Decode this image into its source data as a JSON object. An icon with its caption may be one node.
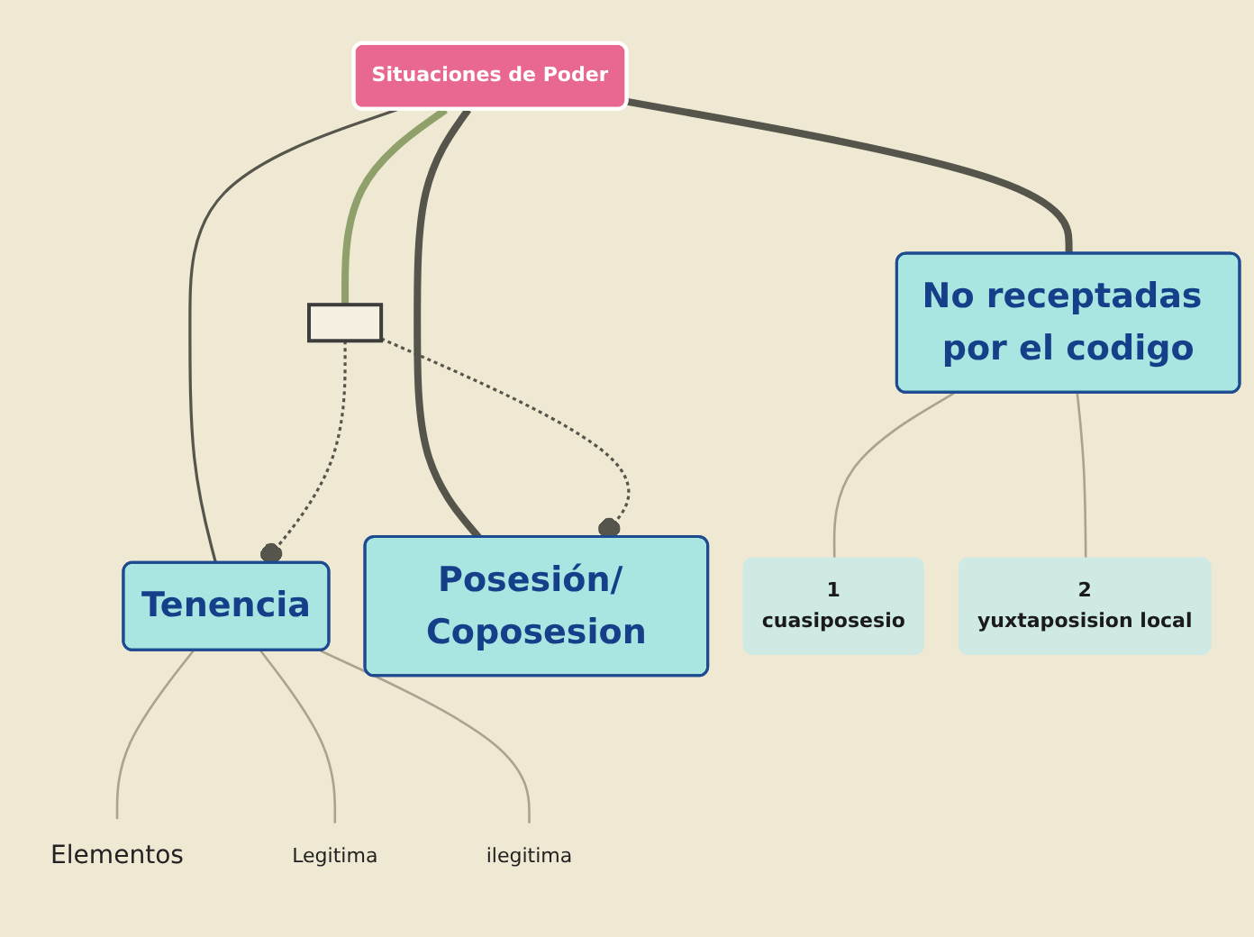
{
  "diagram": {
    "nodes": [
      {
        "text": [
          "Situaciones de Poder"
        ]
      },
      {
        "text": [],
        "shape": "box"
      },
      {
        "text": [
          "Tenencia"
        ]
      },
      {
        "text": [
          "Elementos"
        ]
      },
      {
        "text": [
          "Legitima"
        ]
      },
      {
        "text": [
          "ilegitima"
        ]
      },
      {
        "text": [
          "Posesión/ Coposesion"
        ]
      },
      {
        "text": [
          "No receptadas por el codigo"
        ]
      },
      {
        "text": [
          "1",
          "cuasiposesio"
        ]
      },
      {
        "text": [
          "2",
          "yuxtaposision local"
        ]
      }
    ],
    "edges": [
      {
        "from": 0,
        "to": 1,
        "arrow": "none",
        "style": "thick",
        "color": "#8fa06a"
      },
      {
        "from": 0,
        "to": 2,
        "arrow": "none"
      },
      {
        "from": 0,
        "to": 6,
        "arrow": "none",
        "style": "thick"
      },
      {
        "from": 0,
        "to": 7,
        "arrow": "none",
        "style": "thick"
      },
      {
        "from": 1,
        "to": 6,
        "arrow": "other",
        "style": "dashed"
      },
      {
        "from": 1,
        "to": 2,
        "arrow": "other",
        "style": "dashed"
      },
      {
        "from": 2,
        "to": 3,
        "arrow": "none",
        "color": "#a9a38f"
      },
      {
        "from": 2,
        "to": 4,
        "arrow": "none",
        "color": "#a9a38f"
      },
      {
        "from": 2,
        "to": 5,
        "arrow": "none",
        "color": "#a9a38f"
      },
      {
        "from": 7,
        "to": 8,
        "arrow": "none",
        "color": "#a9a38f"
      },
      {
        "from": 7,
        "to": 9,
        "arrow": "none",
        "color": "#a9a38f"
      }
    ]
  }
}
